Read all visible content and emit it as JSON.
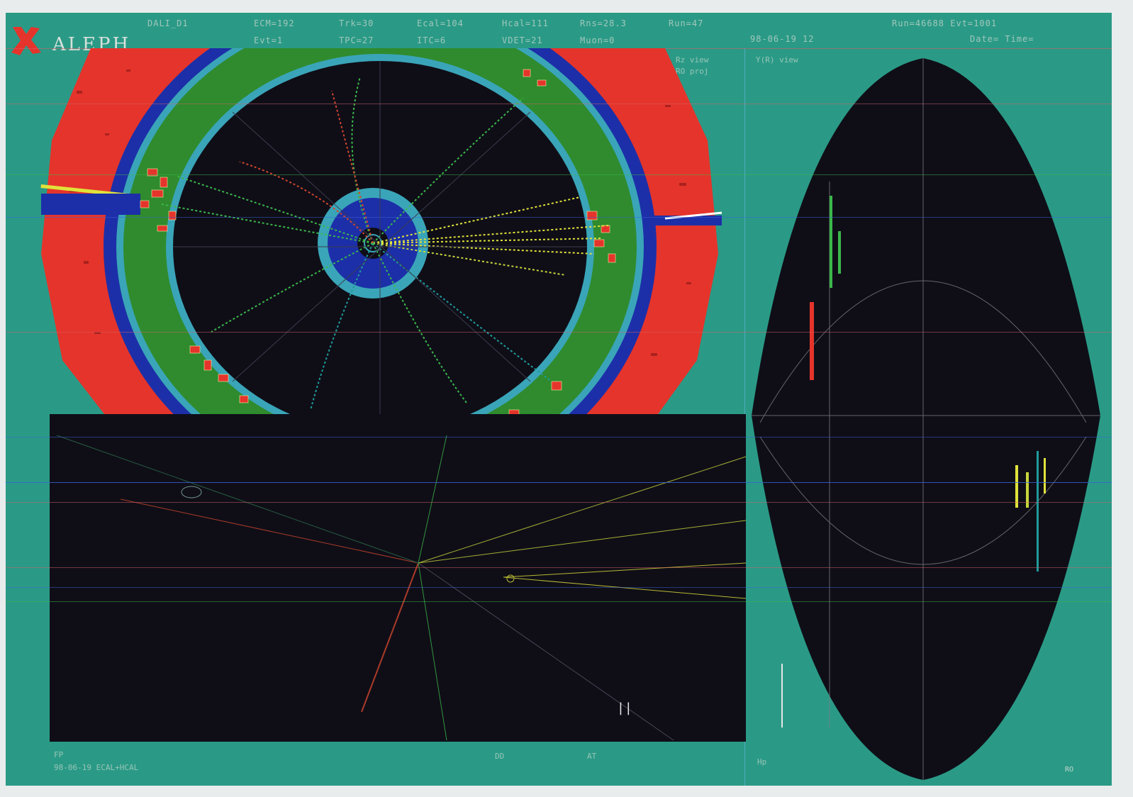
{
  "header": {
    "brand": "ALEPH",
    "row1": [
      "DALI_D1",
      "ECM=192",
      "Trk=30",
      "Ecal=104",
      "Hcal=111",
      "Rns=28.3",
      "Run=47"
    ],
    "row2": [
      "Evt=1",
      "TPC=27",
      "ITC=6",
      "VDET=21",
      "Muon=0"
    ],
    "right1": "Run=46688  Evt=1001",
    "right2": "98-06-19  12",
    "right3": "Date=  Time=",
    "view_label": "Rz view",
    "proj_label": "RO proj",
    "panel_label": "Y(R) view"
  },
  "footer": {
    "left1": "FP",
    "left2": "98-06-19  ECAL+HCAL",
    "mid": "DD",
    "mid2": "AT",
    "right": "Hp",
    "corner": "RO"
  },
  "icons": {
    "logo": "aleph-logo-icon"
  },
  "colors": {
    "background": "#2a9a86",
    "hcal": "#e5342b",
    "coil": "#1c2fa8",
    "ecal": "#2f8b2d",
    "tpc": "#0f0e17",
    "tracks_yellow": "#e0e23a",
    "tracks_green": "#3bb84a"
  }
}
